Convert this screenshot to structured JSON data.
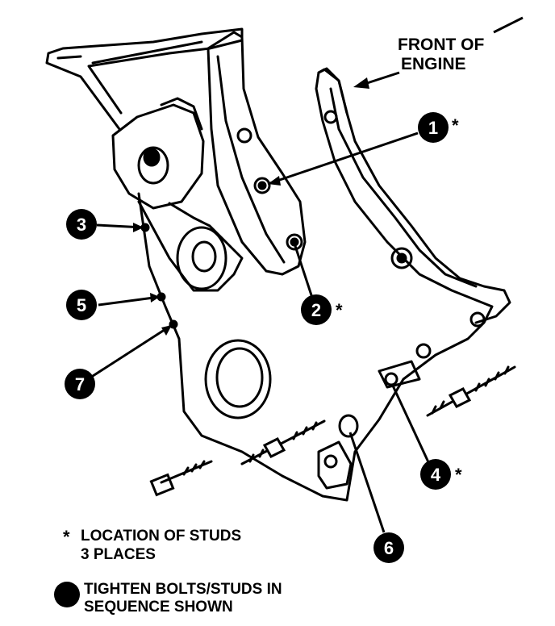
{
  "header": {
    "front_line1": "FRONT OF",
    "front_line2": "ENGINE"
  },
  "callouts": [
    {
      "id": "1",
      "stud": true
    },
    {
      "id": "2",
      "stud": true
    },
    {
      "id": "3",
      "stud": false
    },
    {
      "id": "4",
      "stud": true
    },
    {
      "id": "5",
      "stud": false
    },
    {
      "id": "6",
      "stud": false
    },
    {
      "id": "7",
      "stud": false
    }
  ],
  "stud_marker": "*",
  "legend": {
    "stud_symbol": "*",
    "stud_line1": "LOCATION OF STUDS",
    "stud_line2": "3 PLACES",
    "seq_line1": "TIGHTEN BOLTS/STUDS IN",
    "seq_line2": "SEQUENCE SHOWN"
  },
  "colors": {
    "ink": "#000000",
    "paper": "#ffffff"
  }
}
